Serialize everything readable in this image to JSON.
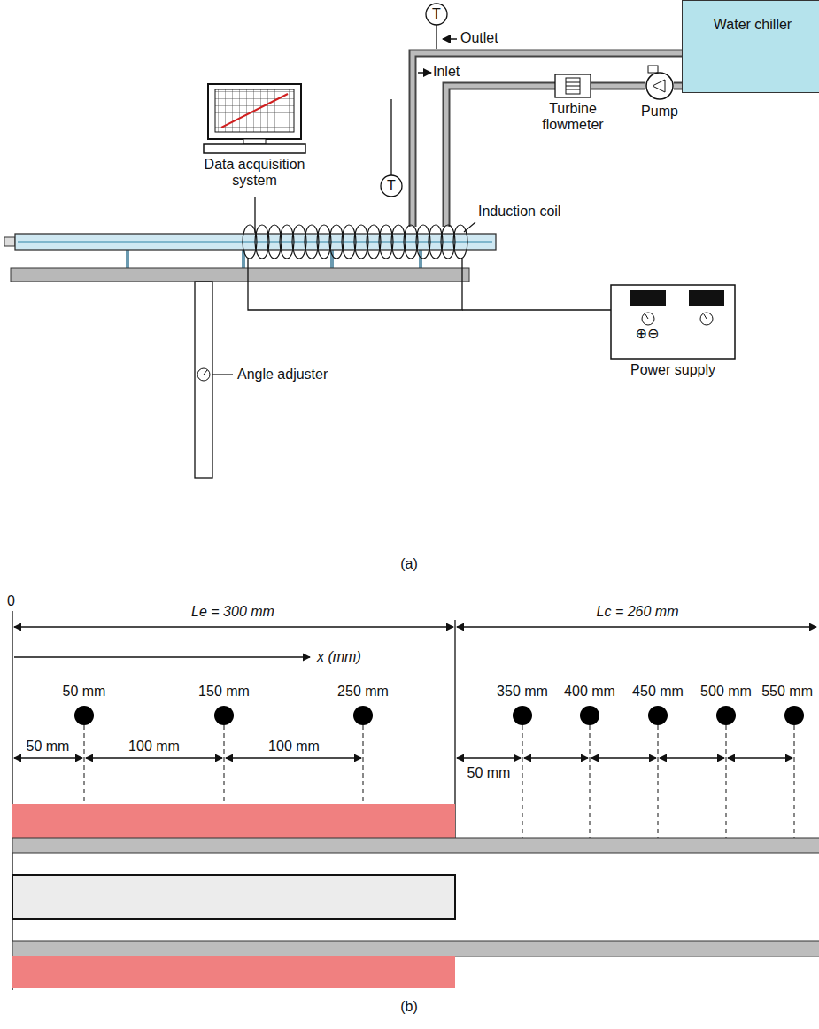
{
  "diagram": {
    "nodes": [
      {
        "text": [
          "Data acquisition system"
        ]
      },
      {
        "text": [
          "Water chiller"
        ]
      },
      {
        "text": [
          "Turbine flowmeter"
        ]
      },
      {
        "text": [
          "Pump"
        ]
      },
      {
        "text": [
          "Power supply"
        ]
      }
    ],
    "edges": [
      {
        "from": 1,
        "to": 3,
        "arrow": "none"
      },
      {
        "from": 3,
        "to": 2,
        "arrow": "none"
      }
    ],
    "labels": [
      "Outlet",
      "Inlet",
      "T",
      "T",
      "Induction coil",
      "⊕⊖",
      "Angle adjuster",
      "(a)",
      "0",
      "Le = 300 mm",
      "Lc = 260 mm",
      "x (mm)",
      "50 mm",
      "150 mm",
      "250 mm",
      "350 mm",
      "400 mm",
      "450 mm",
      "500 mm",
      "550 mm",
      "50 mm",
      "100 mm",
      "100 mm",
      "50 mm",
      "(b)"
    ]
  }
}
